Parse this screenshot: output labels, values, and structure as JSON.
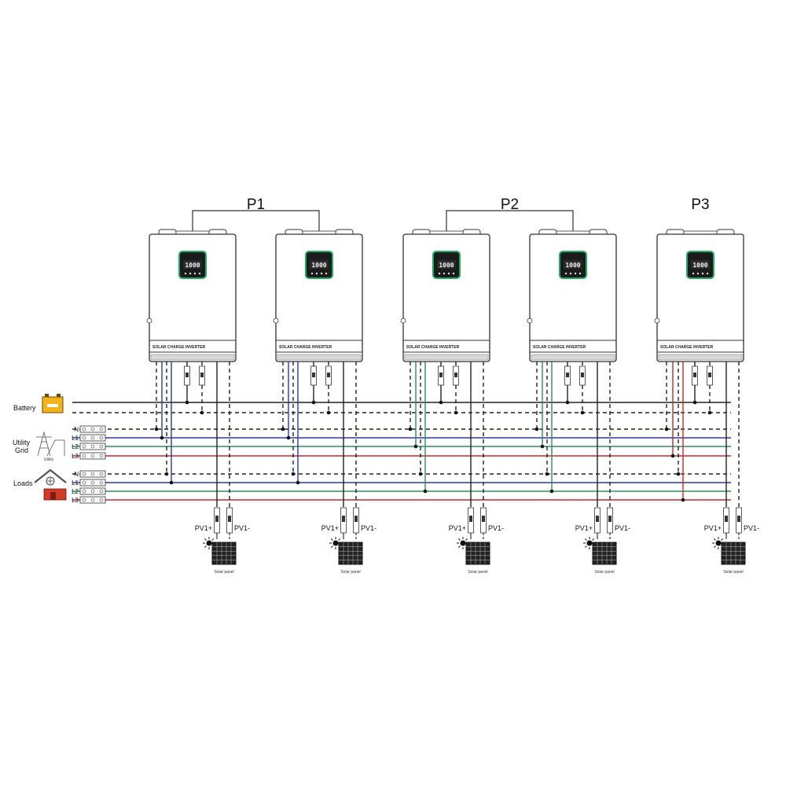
{
  "groups": [
    {
      "label": "P1",
      "units": [
        0,
        1
      ]
    },
    {
      "label": "P2",
      "units": [
        2,
        3
      ]
    },
    {
      "label": "P3",
      "units": [
        4
      ]
    }
  ],
  "units": [
    {
      "lcd": "1000",
      "brand": "SOLAR CHARGE INVERTER",
      "phase": "L1"
    },
    {
      "lcd": "1000",
      "brand": "SOLAR CHARGE INVERTER",
      "phase": "L1"
    },
    {
      "lcd": "1000",
      "brand": "SOLAR CHARGE INVERTER",
      "phase": "L2"
    },
    {
      "lcd": "1000",
      "brand": "SOLAR CHARGE INVERTER",
      "phase": "L2"
    },
    {
      "lcd": "1000",
      "brand": "SOLAR CHARGE INVERTER",
      "phase": "L3"
    }
  ],
  "sources": {
    "battery": "Battery",
    "grid_line1": "Utility",
    "grid_line2": "Grid",
    "grid_icon_caption": "Utility",
    "loads": "Loads"
  },
  "terminals": [
    "N",
    "L1",
    "L2",
    "L3"
  ],
  "pv": {
    "plus": "PV1+",
    "minus": "PV1-",
    "panel_caption": "Solar panel"
  },
  "colors": {
    "neutral": "#222222",
    "L1": "#2b3a9e",
    "L2": "#2f8f5b",
    "L3": "#c42a2a",
    "battery_fill": "#f2b418",
    "lcd_frame": "#1fae5f",
    "house_roof": "#555555",
    "house_door": "#d23a2a"
  }
}
